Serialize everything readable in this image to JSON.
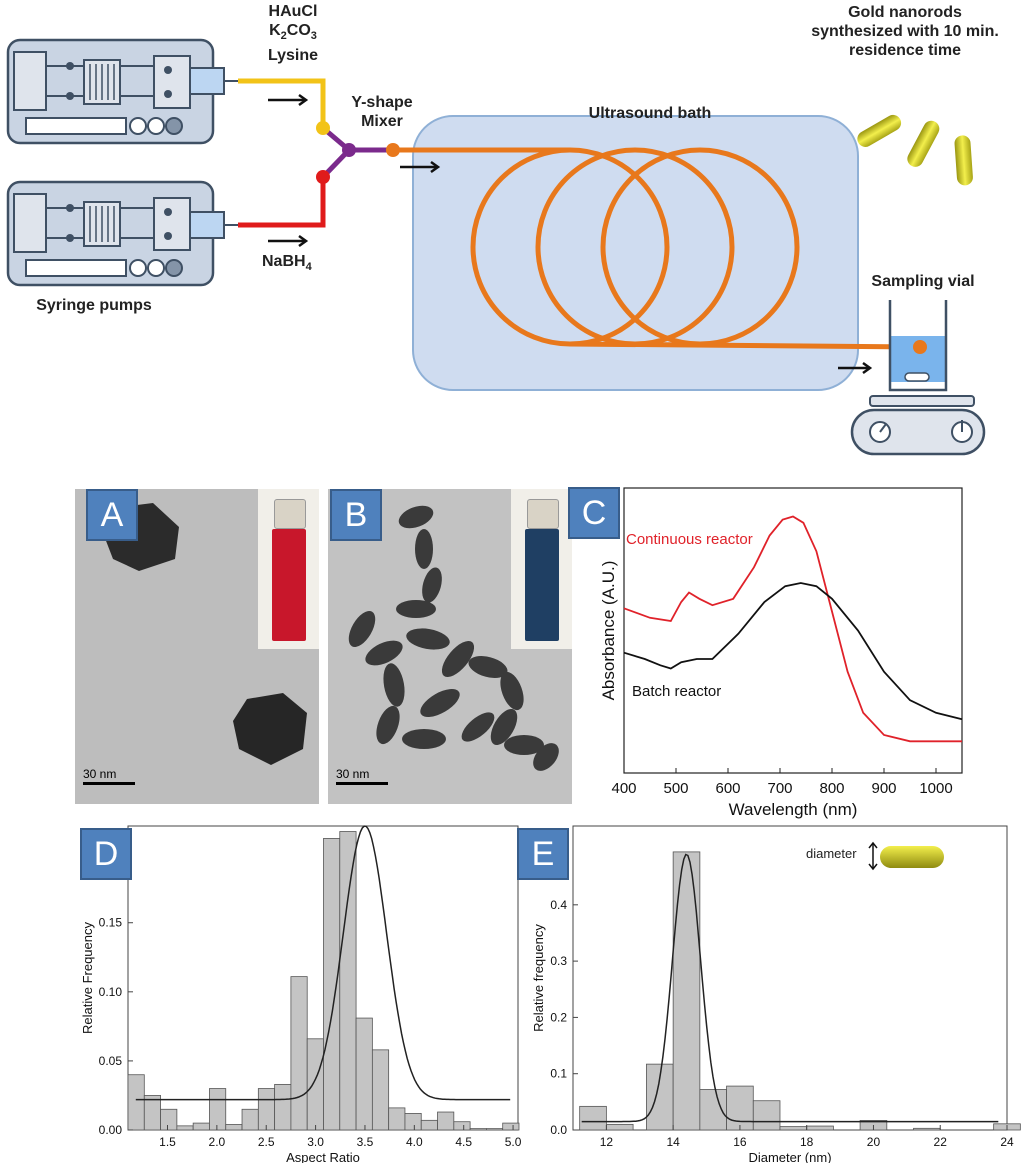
{
  "schematic": {
    "reagents_top": [
      "HAuCl",
      "K2CO3",
      "Lysine"
    ],
    "reagent_bottom": "NaBH4",
    "mixer_label": [
      "Y-shape",
      "Mixer"
    ],
    "pumps_label": "Syringe pumps",
    "bath_label": "Ultrasound bath",
    "product_label": [
      "Gold nanorods",
      "synthesized with 10 min.",
      "residence time"
    ],
    "vial_label": "Sampling vial",
    "colors": {
      "stream_a": "#f2c318",
      "stream_b": "#e01b1b",
      "mixed": "#7b2a8c",
      "coil": "#e8781c",
      "bath": "#cfdcf0",
      "gold": "#d6d21e"
    }
  },
  "panels": {
    "A": {
      "letter": "A",
      "scale": "30 nm"
    },
    "B": {
      "letter": "B",
      "scale": "30 nm"
    },
    "C": {
      "letter": "C"
    },
    "D": {
      "letter": "D"
    },
    "E": {
      "letter": "E",
      "inset_label": "diameter"
    }
  },
  "chart_data": [
    {
      "id": "C",
      "type": "line",
      "xlabel": "Wavelength (nm)",
      "ylabel": "Absorbance (A.U.)",
      "xlim": [
        400,
        1050
      ],
      "xticks": [
        400,
        500,
        600,
        700,
        800,
        900,
        1000
      ],
      "series": [
        {
          "name": "Continuous reactor",
          "color": "#e0222a",
          "x": [
            400,
            450,
            490,
            510,
            525,
            545,
            570,
            610,
            650,
            680,
            705,
            725,
            745,
            770,
            800,
            830,
            860,
            900,
            950,
            1000,
            1050
          ],
          "y": [
            0.72,
            0.69,
            0.68,
            0.74,
            0.77,
            0.75,
            0.73,
            0.75,
            0.85,
            0.95,
            1.0,
            1.01,
            0.99,
            0.9,
            0.71,
            0.52,
            0.39,
            0.32,
            0.3,
            0.3,
            0.3
          ]
        },
        {
          "name": "Batch reactor",
          "color": "#111111",
          "x": [
            400,
            440,
            470,
            490,
            510,
            540,
            570,
            620,
            670,
            710,
            740,
            770,
            800,
            850,
            900,
            950,
            1000,
            1050
          ],
          "y": [
            0.58,
            0.56,
            0.54,
            0.53,
            0.55,
            0.56,
            0.56,
            0.64,
            0.74,
            0.79,
            0.8,
            0.79,
            0.75,
            0.65,
            0.52,
            0.43,
            0.39,
            0.37
          ]
        }
      ]
    },
    {
      "id": "D",
      "type": "bar",
      "xlabel": "Aspect Ratio",
      "ylabel": "Relative Frequency",
      "xlim": [
        1.1,
        5.05
      ],
      "ylim": [
        0,
        0.22
      ],
      "xticks": [
        "1.5",
        "2.0",
        "2.5",
        "3.0",
        "3.5",
        "4.0",
        "4.5",
        "5.0"
      ],
      "yticks": [
        "0.00",
        "0.05",
        "0.10",
        "0.15"
      ],
      "bin_width": 0.165,
      "bin_starts": [
        1.1,
        1.265,
        1.43,
        1.595,
        1.76,
        1.925,
        2.09,
        2.255,
        2.42,
        2.585,
        2.75,
        2.915,
        3.08,
        3.245,
        3.41,
        3.575,
        3.74,
        3.905,
        4.07,
        4.235,
        4.4,
        4.565,
        4.73,
        4.895
      ],
      "values": [
        0.04,
        0.025,
        0.015,
        0.003,
        0.005,
        0.03,
        0.004,
        0.015,
        0.03,
        0.033,
        0.111,
        0.066,
        0.211,
        0.216,
        0.081,
        0.058,
        0.016,
        0.012,
        0.007,
        0.013,
        0.006,
        0.001,
        0.001,
        0.005
      ],
      "fit": {
        "baseline": 0.022,
        "amplitude": 0.198,
        "center": 3.5,
        "sigma": 0.22
      }
    },
    {
      "id": "E",
      "type": "bar",
      "xlabel": "Diameter (nm)",
      "ylabel": "Relative frequency",
      "xlim": [
        11,
        24
      ],
      "ylim": [
        0,
        0.54
      ],
      "xticks": [
        "12",
        "14",
        "16",
        "18",
        "20",
        "22",
        "24"
      ],
      "yticks": [
        "0.0",
        "0.1",
        "0.2",
        "0.3",
        "0.4"
      ],
      "bin_width": 0.8,
      "bin_starts": [
        11.2,
        12.0,
        13.2,
        14.0,
        14.8,
        15.6,
        16.4,
        17.2,
        18.0,
        18.8,
        19.6,
        20.4,
        21.2,
        22.0,
        22.8,
        23.6
      ],
      "values": [
        0.042,
        0.01,
        0.117,
        0.494,
        0.072,
        0.078,
        0.052,
        0.006,
        0.007,
        0.0,
        0.017,
        0.0,
        0.003,
        0.0,
        0.0,
        0.011
      ],
      "fit": {
        "baseline": 0.015,
        "amplitude": 0.475,
        "center": 14.4,
        "sigma": 0.42
      }
    }
  ]
}
